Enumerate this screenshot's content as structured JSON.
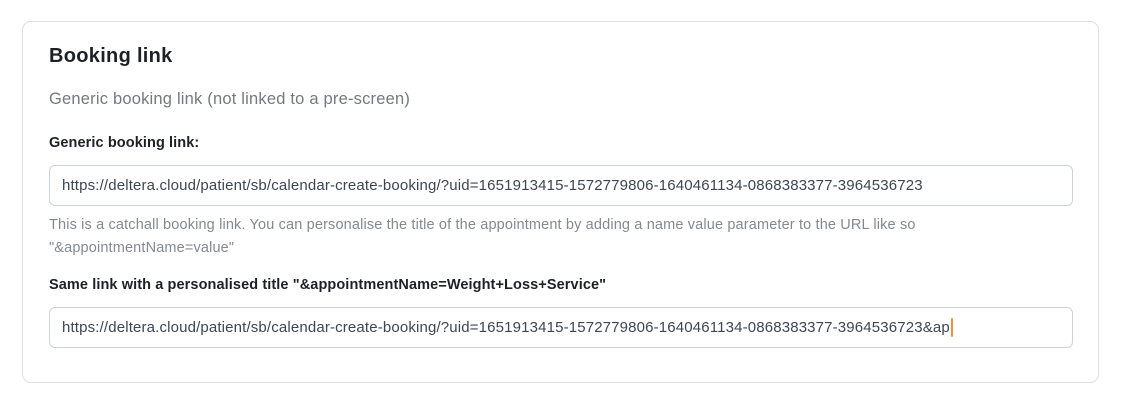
{
  "card": {
    "title": "Booking link",
    "subtitle": "Generic booking link (not linked to a pre-screen)",
    "generic_field": {
      "label": "Generic booking link:",
      "value": "https://deltera.cloud/patient/sb/calendar-create-booking/?uid=1651913415-1572779806-1640461134-0868383377-3964536723"
    },
    "help_text": "This is a catchall booking link. You can personalise the title of the appointment by adding a name value parameter to the URL like so \"&appointmentName=value\"",
    "personalised_field": {
      "label": "Same link with a personalised title \"&appointmentName=Weight+Loss+Service\"",
      "value": "https://deltera.cloud/patient/sb/calendar-create-booking/?uid=1651913415-1572779806-1640461134-0868383377-3964536723&ap"
    },
    "colors": {
      "caret": "#f0913f",
      "card_border": "#dcdfe4",
      "input_border": "#ced3da",
      "input_text": "#3e4556",
      "muted_text": "#85898f"
    }
  }
}
